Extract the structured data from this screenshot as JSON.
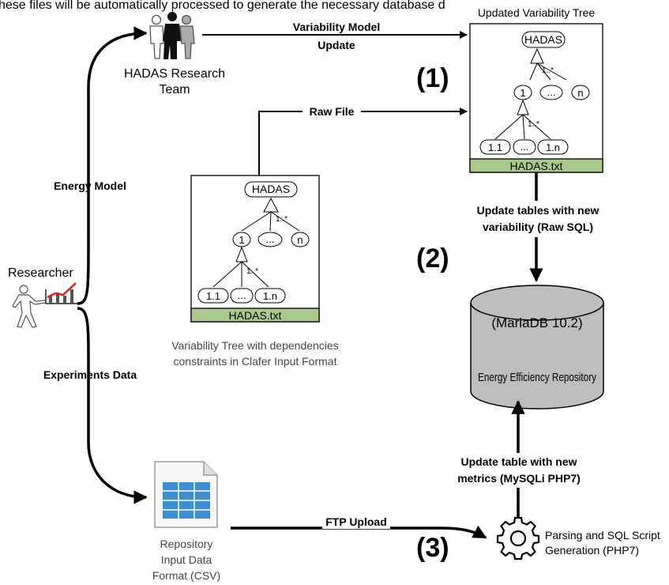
{
  "top_banner": "hese files will be automatically processed to generate the necessary database d",
  "actors": {
    "team": [
      "HADAS Research",
      "Team"
    ],
    "researcher": "Researcher"
  },
  "flows": {
    "variability_model_update": [
      "Variability Model",
      "Update"
    ],
    "raw_file": "Raw File",
    "energy_model": "Energy Model",
    "experiments_data": "Experiments Data",
    "update_variability": [
      "Update tables with new",
      "variability (Raw SQL)"
    ],
    "update_metrics": [
      "Update table with new",
      "metrics (MySQLi PHP7)"
    ],
    "ftp_upload": "FTP Upload"
  },
  "steps": {
    "s1": "(1)",
    "s2": "(2)",
    "s3": "(3)"
  },
  "updated_tree": {
    "title": "Updated Variability Tree",
    "root": "HADAS",
    "card1": "1..*",
    "level1": [
      "1",
      "...",
      "n"
    ],
    "card2": "1..*",
    "level2": [
      "1.1",
      "...",
      "1.n"
    ],
    "file": "HADAS.txt"
  },
  "input_tree": {
    "root": "HADAS",
    "card1": "1..*",
    "level1": [
      "1",
      "...",
      "n"
    ],
    "card2": "1..*",
    "level2": [
      "1.1",
      "...",
      "1.n"
    ],
    "file": "HADAS.txt",
    "caption": [
      "Variability Tree with dependencies",
      "constraints in Clafer Input Format"
    ]
  },
  "database": {
    "version": "(MariaDB 10.2)",
    "name": "Energy Efficiency Repository"
  },
  "csv": {
    "label": [
      "Repository",
      "Input Data",
      "Format (CSV)"
    ]
  },
  "parser": {
    "label": [
      "Parsing and SQL Script",
      "Generation (PHP7)"
    ]
  },
  "colors": {
    "file_bar": "#a9c98c",
    "table_blue": "#3d8fd1",
    "chart_red": "#e02020"
  }
}
